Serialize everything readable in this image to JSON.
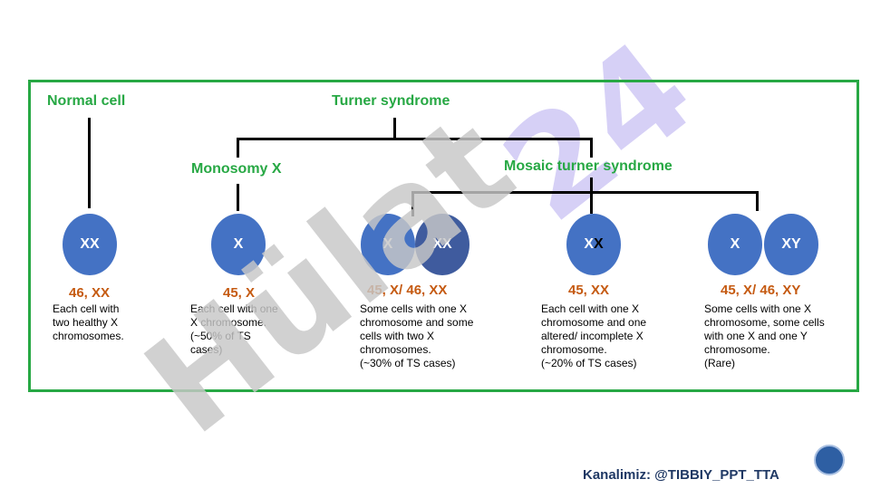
{
  "headings": {
    "normal_cell": "Normal cell",
    "turner_syndrome": "Turner syndrome",
    "monosomy_x": "Monosomy X",
    "mosaic_turner": "Mosaic turner syndrome"
  },
  "cells": [
    {
      "label": "XX",
      "karyotype": "46, XX",
      "description": "Each cell with\ntwo healthy X\nchromosomes."
    },
    {
      "label": "X",
      "karyotype": "45, X",
      "description": "Each cell with one\nX chromosome.\n(~50%      of      TS\ncases)"
    },
    {
      "label_a": "X",
      "label_b": "XX",
      "karyotype": "45, X/ 46, XX",
      "description": "Some cells with one X\nchromosome and some\ncells with two X\nchromosomes.\n(~30% of TS cases)"
    },
    {
      "label_a": "X",
      "label_b": "X",
      "karyotype": "45, XX",
      "description": "Each cell with one X\nchromosome and one\naltered/ incomplete X\nchromosome.\n(~20% of TS cases)"
    },
    {
      "label_a": "X",
      "label_b": "XY",
      "karyotype": "45, X/ 46, XY",
      "description": "Some cells with one X\nchromosome, some cells\nwith one X and one Y\nchromosome.\n(Rare)"
    }
  ],
  "watermarks": {
    "primary": "Hülat",
    "secondary": "24"
  },
  "footer": "Kanalimiz: @TIBBIY_PPT_TTA",
  "colors": {
    "heading_green": "#27a844",
    "karyotype_orange": "#c55a11",
    "cell_blue": "#4472c4",
    "watermark_grey": "#c8c8c8",
    "watermark_purple": "#cfc8f5",
    "footer_navy": "#1f3864"
  }
}
